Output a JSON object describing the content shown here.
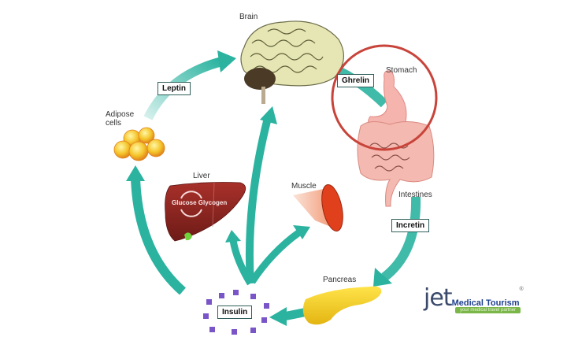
{
  "organs": {
    "brain": "Brain",
    "stomach": "Stomach",
    "adipose": "Adipose\ncells",
    "adipose_line1": "Adipose",
    "adipose_line2": "cells",
    "liver": "Liver",
    "liver_inner": "Glucose Glycogen",
    "muscle": "Muscle",
    "intestines": "Intestines",
    "pancreas": "Pancreas"
  },
  "hormones": {
    "leptin": "Leptin",
    "ghrelin": "Ghrelin",
    "incretin": "Incretin",
    "insulin": "Insulin"
  },
  "logo": {
    "brand": "jet",
    "name": "Medical Tourism",
    "registered": "®",
    "tagline": "your medical travel partner"
  },
  "colors": {
    "arrow": "#2bb3a0",
    "highlight_circle": "#c8443a",
    "insulin_dots": "#7a55c8"
  }
}
